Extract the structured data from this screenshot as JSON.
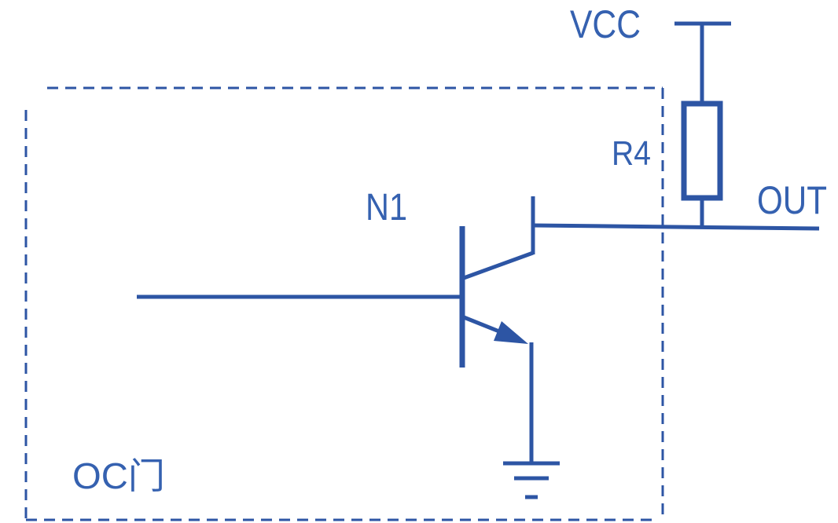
{
  "diagram": {
    "labels": {
      "vcc": "VCC",
      "resistor": "R4",
      "transistor": "N1",
      "output": "OUT",
      "gate": "OC门"
    },
    "components": [
      {
        "type": "supply",
        "name": "VCC"
      },
      {
        "type": "resistor",
        "name": "R4"
      },
      {
        "type": "npn-transistor",
        "name": "N1"
      },
      {
        "type": "ground",
        "name": ""
      }
    ],
    "colors": {
      "line": "#2d55a4",
      "text": "#3561b0",
      "background": "#ffffff"
    }
  }
}
